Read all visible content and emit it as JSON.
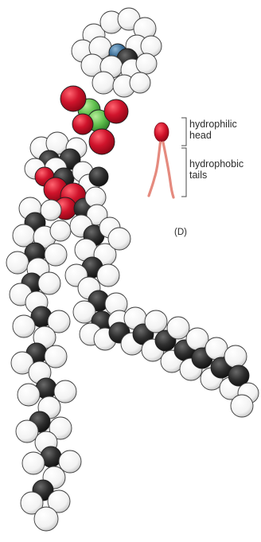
{
  "legend": {
    "head_label_line1": "hydrophilic",
    "head_label_line2": "head",
    "tail_label_line1": "hydrophobic",
    "tail_label_line2": "tails"
  },
  "panel_label": "(D)",
  "colors": {
    "hydrogen": "#ffffff",
    "carbon": "#2b2b2b",
    "oxygen": "#d0142c",
    "phosphorus": "#5fbf4e",
    "nitrogen": "#3d6f98",
    "legend_head": "#d01028",
    "legend_tail": "#e58a7e",
    "outline": "#3a3a3a"
  },
  "atom_types": {
    "H": "hydrogen",
    "C": "carbon",
    "O": "oxygen",
    "P": "phosphorus",
    "N": "nitrogen"
  }
}
